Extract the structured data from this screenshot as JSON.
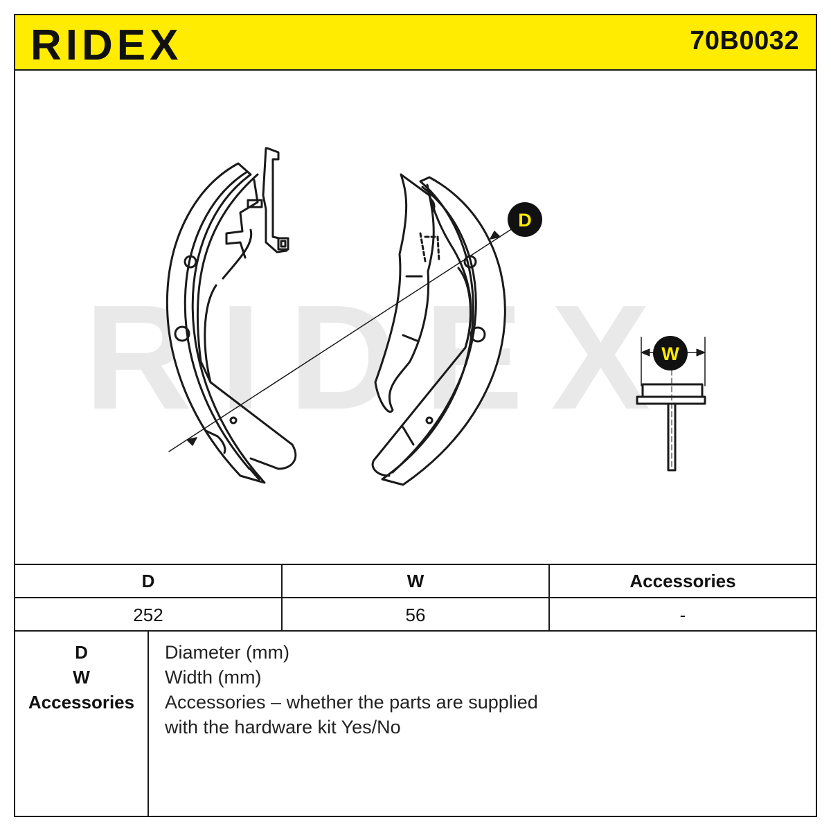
{
  "brand": {
    "name": "RIDEX",
    "accent_color": "#ffec00"
  },
  "part_number": "70B0032",
  "drawing": {
    "watermark": "RIDEX",
    "dimension_badges": {
      "diameter": "D",
      "width": "W"
    }
  },
  "spec_table": {
    "headers": [
      "D",
      "W",
      "Accessories"
    ],
    "values": [
      "252",
      "56",
      "-"
    ]
  },
  "legend": {
    "keys": [
      "D",
      "W",
      "Accessories"
    ],
    "descriptions": [
      "Diameter (mm)",
      "Width (mm)",
      "Accessories – whether the parts are supplied",
      "with the hardware kit Yes/No"
    ]
  }
}
